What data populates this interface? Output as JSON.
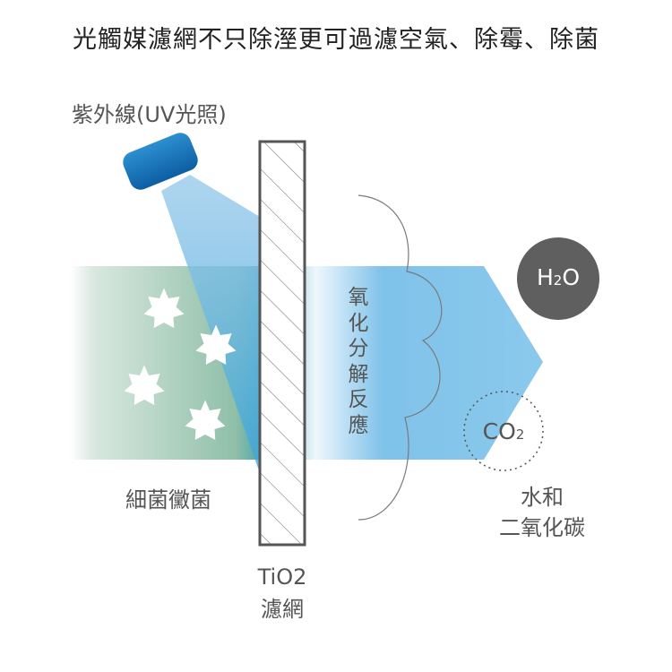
{
  "title": "光觸媒濾網不只除溼更可過濾空氣、除霉、除菌",
  "labels": {
    "uv": "紫外線(UV光照)",
    "bacteria": "細菌黴菌",
    "reaction": [
      "氧",
      "化",
      "分",
      "解",
      "反",
      "應"
    ],
    "filter_line1": "TiO2",
    "filter_line2": "濾網",
    "output_line1": "水和",
    "output_line2": "二氧化碳",
    "h2o_main": "H",
    "h2o_sub": "2",
    "h2o_o": "O",
    "co2_main": "CO",
    "co2_sub": "2"
  },
  "colors": {
    "lamp": "#1a74b8",
    "beam": "#6fb4e2",
    "flow_left": "#9fc8b4",
    "flow_right": "#8cc8ec",
    "h2o_circle": "#5f5f5f",
    "filter_stroke": "#555555"
  }
}
